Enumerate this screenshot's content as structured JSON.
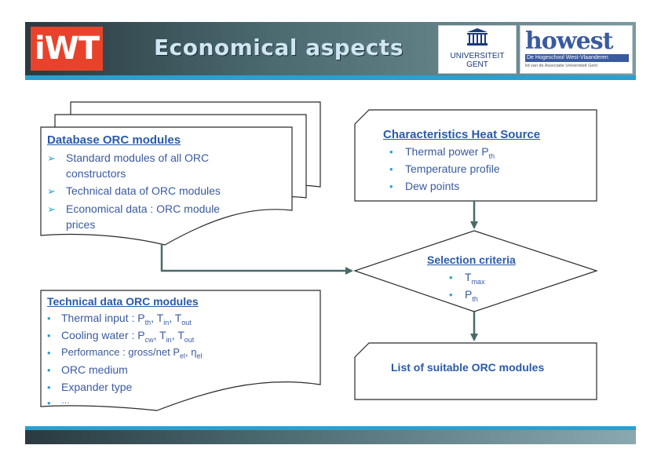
{
  "header": {
    "title": "Economical aspects",
    "logo_iwt": "iWT",
    "logo_ugent_line1": "UNIVERSITEIT",
    "logo_ugent_line2": "GENT",
    "logo_howest_main": "howest",
    "logo_howest_sub": "De Hogeschool West-Vlaanderen",
    "logo_howest_sub2": "lid van de Associatie Universiteit Gent"
  },
  "database_box": {
    "heading": "Database ORC modules",
    "items": [
      "Standard modules of all ORC",
      "constructors",
      "Technical data of ORC modules",
      "Economical data : ORC module",
      "prices"
    ]
  },
  "heat_source_box": {
    "heading": "Characteristics Heat Source",
    "item1": "Thermal power P",
    "item1_sub": "th",
    "item2": "Temperature profile",
    "item3": "Dew points"
  },
  "selection": {
    "heading": "Selection criteria",
    "item1": "T",
    "item1_sub": "max",
    "item2": "P",
    "item2_sub": "th"
  },
  "technical_box": {
    "heading": "Technical data ORC modules",
    "l1_a": "Thermal input : P",
    "l1_s1": "th",
    "l1_b": ", T",
    "l1_s2": "in",
    "l1_c": ", T",
    "l1_s3": "out",
    "l2_a": "Cooling water : P",
    "l2_s1": "cw",
    "l2_b": ", T",
    "l2_s2": "in",
    "l2_c": ", T",
    "l2_s3": "out",
    "l3_a": "Performance : gross/net P",
    "l3_s1": "el",
    "l3_b": ", η",
    "l3_s2": "el",
    "l4": "ORC medium",
    "l5": "Expander type",
    "l6": "…"
  },
  "result_box": {
    "label": "List of suitable ORC modules"
  },
  "colors": {
    "accent": "#2aa0d0",
    "text": "#3a5aa0",
    "connector": "#4a6a6a"
  }
}
